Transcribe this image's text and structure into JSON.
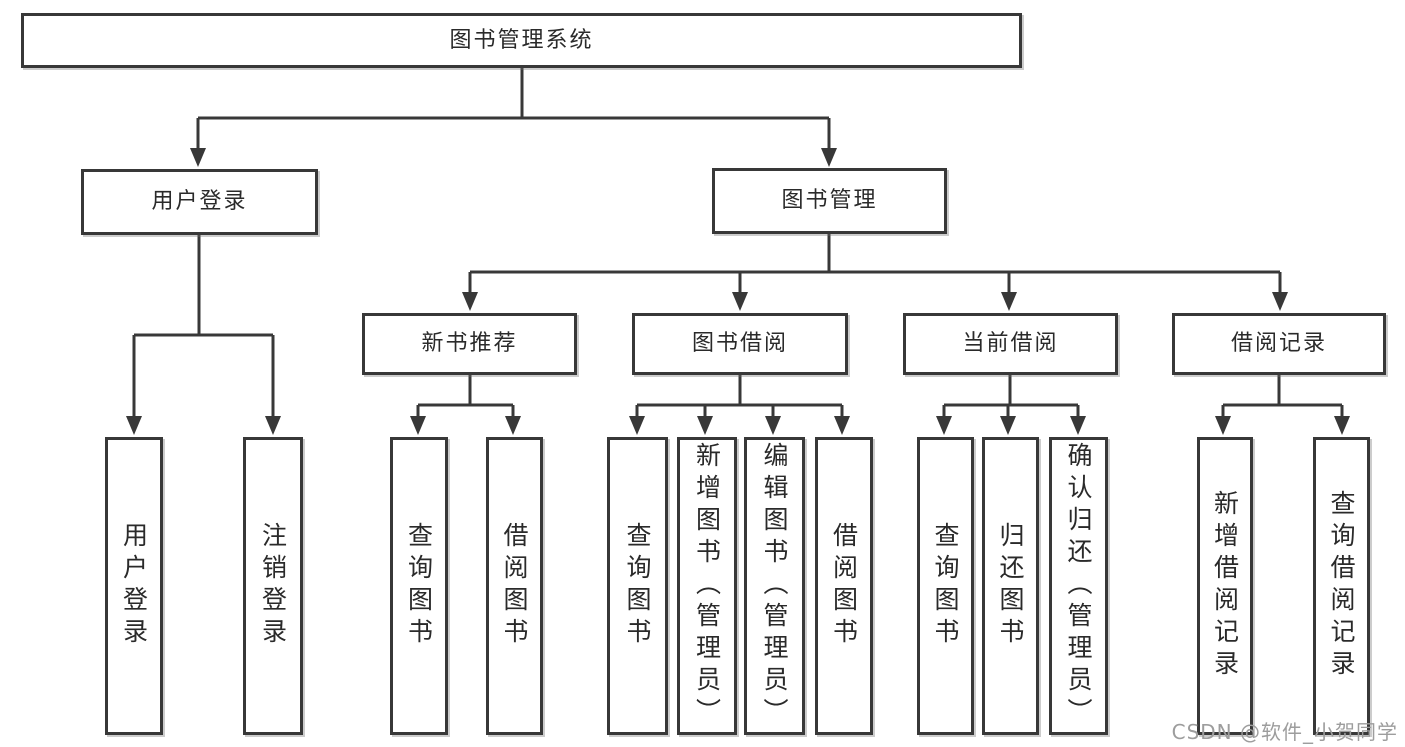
{
  "diagram": {
    "root": {
      "label": "图书管理系统"
    },
    "level2": [
      {
        "label": "用户登录"
      },
      {
        "label": "图书管理"
      }
    ],
    "level3": [
      {
        "label": "新书推荐"
      },
      {
        "label": "图书借阅"
      },
      {
        "label": "当前借阅"
      },
      {
        "label": "借阅记录"
      }
    ],
    "leaves": [
      {
        "label": "用户登录"
      },
      {
        "label": "注销登录"
      },
      {
        "label": "查询图书"
      },
      {
        "label": "借阅图书"
      },
      {
        "label": "查询图书"
      },
      {
        "label": "新增图书（管理员）"
      },
      {
        "label": "编辑图书（管理员）"
      },
      {
        "label": "借阅图书"
      },
      {
        "label": "查询图书"
      },
      {
        "label": "归还图书"
      },
      {
        "label": "确认归还（管理员）"
      },
      {
        "label": "新增借阅记录"
      },
      {
        "label": "查询借阅记录"
      }
    ]
  },
  "watermark": {
    "text": "CSDN @软件_小贺同学"
  },
  "colors": {
    "line": "#383838",
    "box_border": "#383838",
    "text": "#2a2a2a",
    "watermark": "#9d9d9d",
    "background": "#ffffff"
  }
}
